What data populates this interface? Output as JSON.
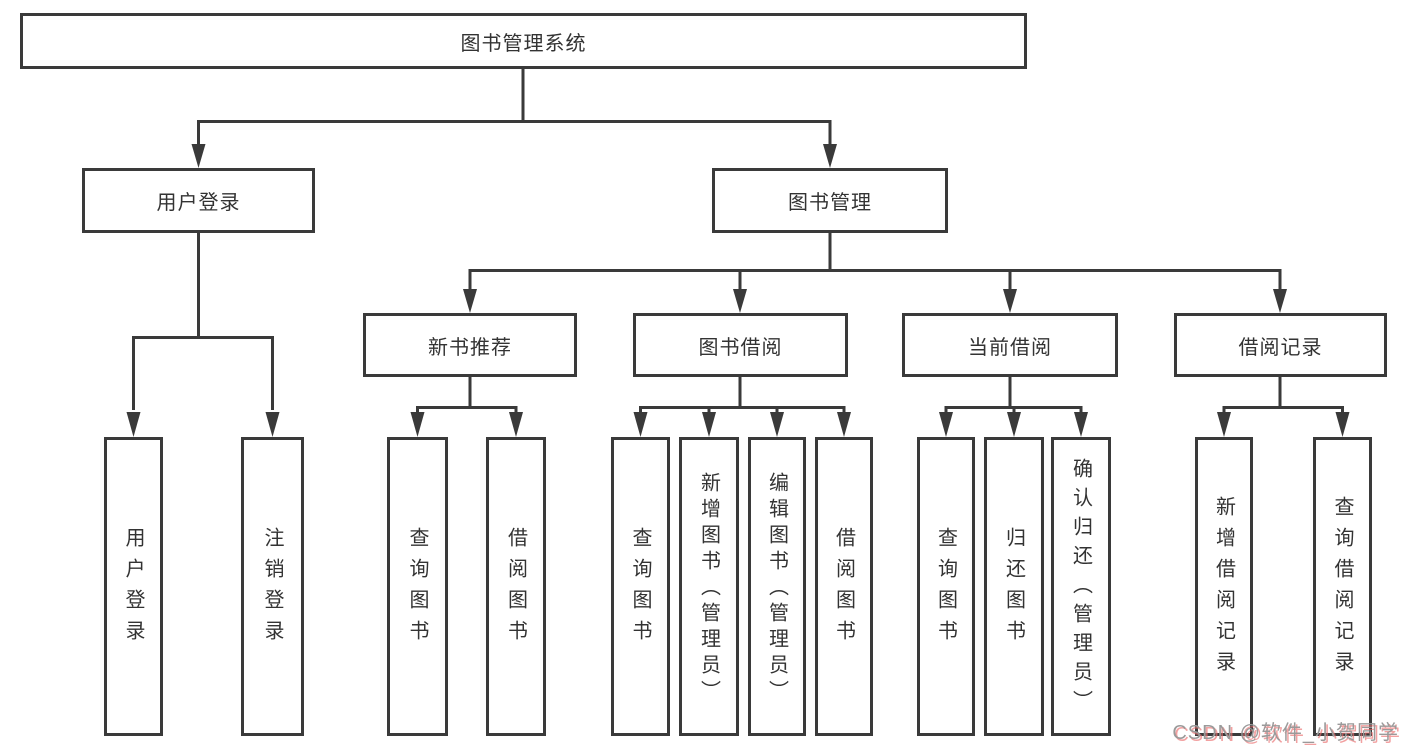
{
  "diagram": {
    "title": "图书管理系统",
    "root": "图书管理系统",
    "level2": [
      "用户登录",
      "图书管理"
    ],
    "level3": [
      "新书推荐",
      "图书借阅",
      "当前借阅",
      "借阅记录"
    ],
    "leaves": [
      "用户登录",
      "注销登录",
      "查询图书",
      "借阅图书",
      "查询图书",
      "新增图书（管理员）",
      "编辑图书（管理员）",
      "借阅图书",
      "查询图书",
      "归还图书",
      "确认归还（管理员）",
      "新增借阅记录",
      "查询借阅记录"
    ]
  },
  "watermark": "CSDN @软件_小贺同学",
  "colors": {
    "line": "#3a3a3a",
    "text": "#333333",
    "background": "#ffffff",
    "watermark_gray": "#9a9a9a",
    "watermark_red": "#eb6e6e"
  }
}
